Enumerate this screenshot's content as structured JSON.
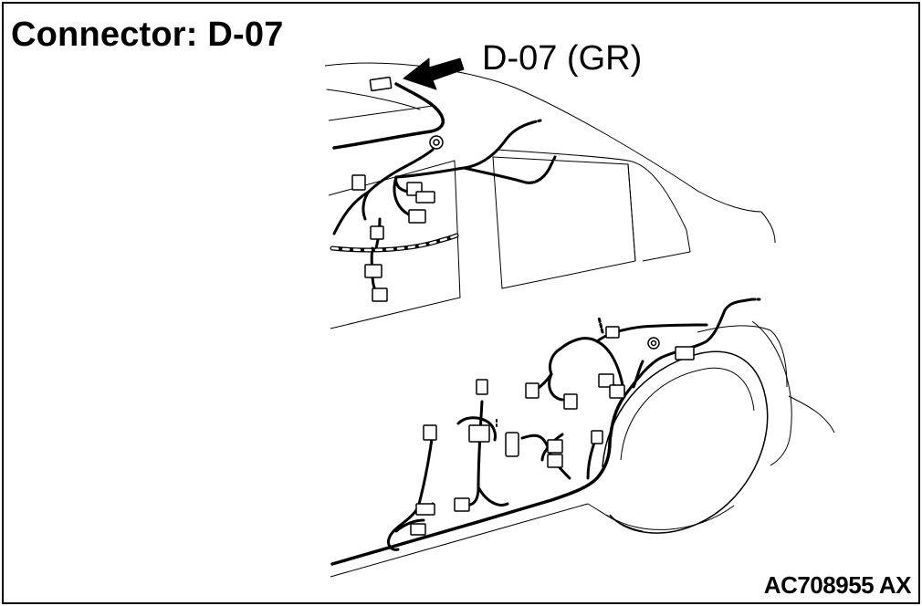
{
  "diagram": {
    "title": "Connector: D-07",
    "callout_label": "D-07 (GR)",
    "figure_code": "AC708955 AX",
    "line_color": "#000000",
    "background_color": "#ffffff"
  },
  "icons": {
    "pointer_arrow": "arrow-left-icon",
    "connector": "connector-block-icon"
  }
}
